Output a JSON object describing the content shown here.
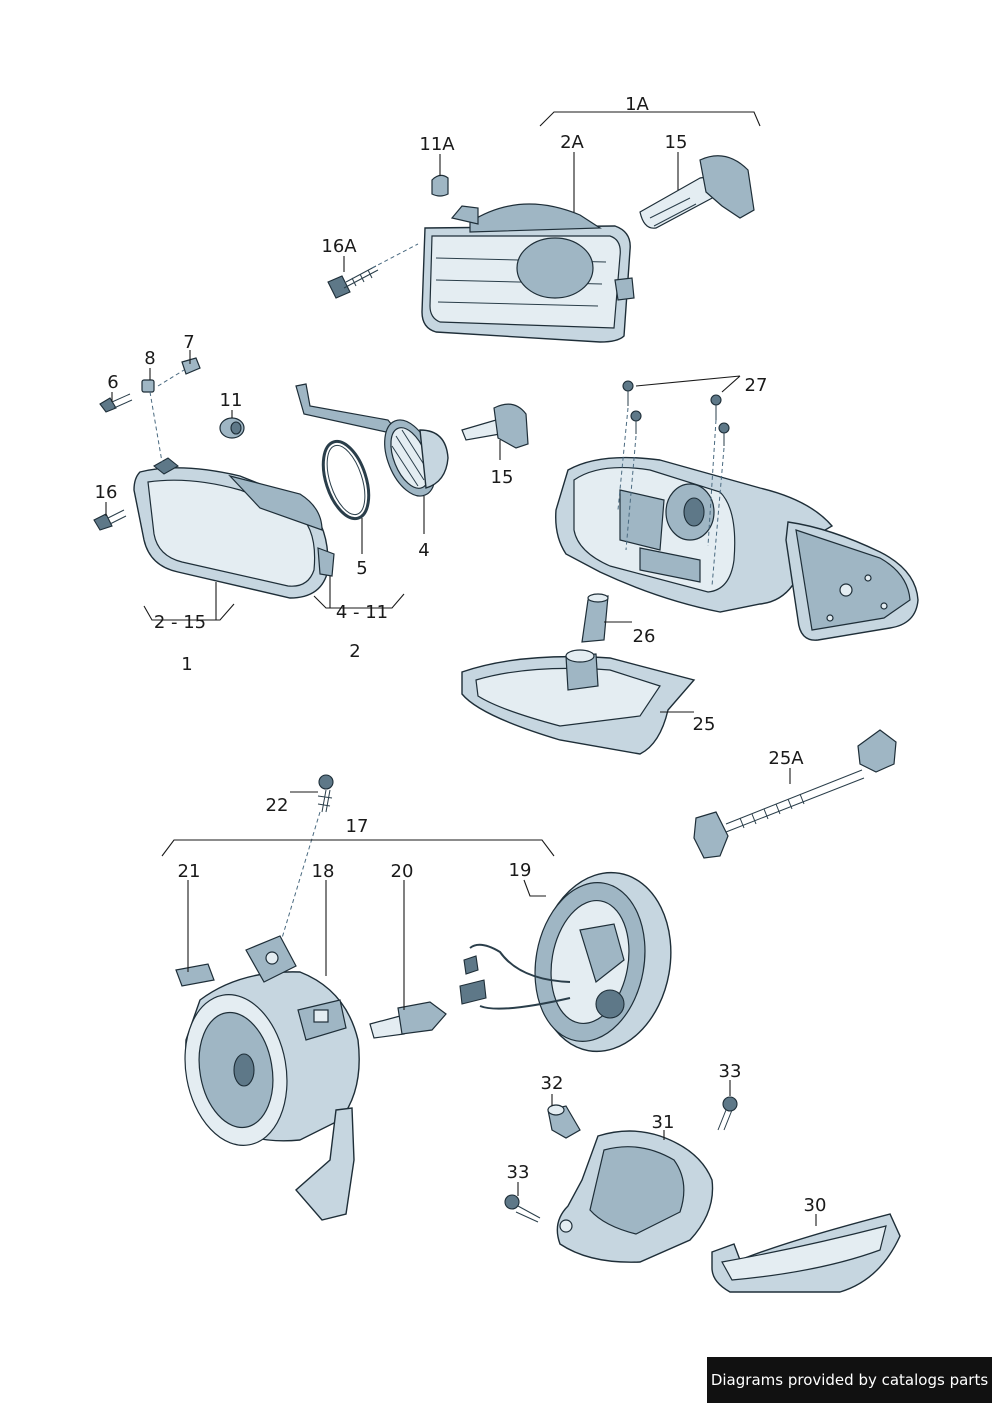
{
  "labels": {
    "l1a": "1A",
    "l2a": "2A",
    "l11a": "11A",
    "l15a": "15",
    "l16a": "16A",
    "l7": "7",
    "l8": "8",
    "l6": "6",
    "l11": "11",
    "l16": "16",
    "l215": "2 - 15",
    "l1": "1",
    "l5": "5",
    "l4": "4",
    "l411": "4 - 11",
    "l2": "2",
    "l15b": "15",
    "l27": "27",
    "l26": "26",
    "l25": "25",
    "l25a": "25A",
    "l22": "22",
    "l17": "17",
    "l21": "21",
    "l18": "18",
    "l20": "20",
    "l19": "19",
    "l32": "32",
    "l33a": "33",
    "l31": "31",
    "l33b": "33",
    "l30": "30"
  },
  "footer": {
    "text": "Diagrams provided by catalogs parts"
  }
}
